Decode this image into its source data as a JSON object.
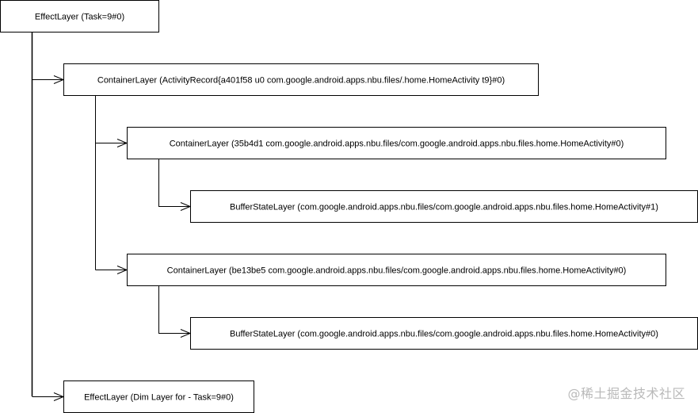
{
  "nodes": {
    "root": "EffectLayer (Task=9#0)",
    "activity_container": "ContainerLayer (ActivityRecord{a401f58 u0 com.google.android.apps.nbu.files/.home.HomeActivity t9}#0)",
    "container_35b4d1": "ContainerLayer (35b4d1 com.google.android.apps.nbu.files/com.google.android.apps.nbu.files.home.HomeActivity#0)",
    "buffer_state_1": "BufferStateLayer (com.google.android.apps.nbu.files/com.google.android.apps.nbu.files.home.HomeActivity#1)",
    "container_be13be5": "ContainerLayer (be13be5 com.google.android.apps.nbu.files/com.google.android.apps.nbu.files.home.HomeActivity#0)",
    "buffer_state_0": "BufferStateLayer (com.google.android.apps.nbu.files/com.google.android.apps.nbu.files.home.HomeActivity#0)",
    "dim_layer": "EffectLayer (Dim Layer for - Task=9#0)"
  },
  "watermark": "@稀土掘金技术社区",
  "colors": {
    "line": "#000000",
    "box_fill": "#ffffff",
    "box_stroke": "#000000",
    "watermark": "#b9b9b9"
  }
}
